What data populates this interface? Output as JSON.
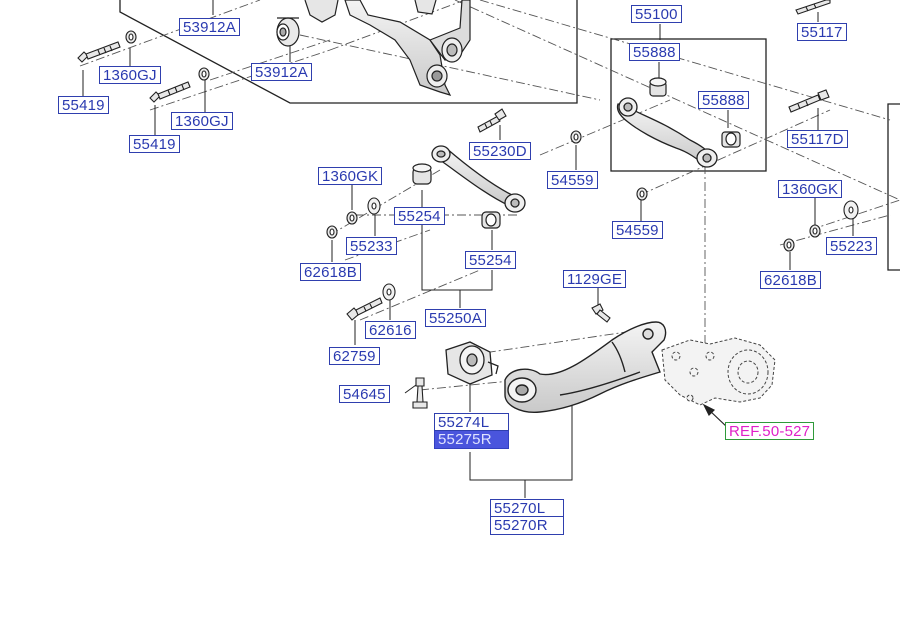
{
  "diagram": {
    "part_labels": {
      "p53912A_1": "53912A",
      "p53912A_2": "53912A",
      "p55419_1": "55419",
      "p55419_2": "55419",
      "p1360GJ_1": "1360GJ",
      "p1360GJ_2": "1360GJ",
      "p55100": "55100",
      "p55888_1": "55888",
      "p55888_2": "55888",
      "p55117": "55117",
      "p55117D": "55117D",
      "p55230D": "55230D",
      "p54559_1": "54559",
      "p54559_2": "54559",
      "p1360GK_1": "1360GK",
      "p1360GK_2": "1360GK",
      "p55254_1": "55254",
      "p55254_2": "55254",
      "p55233": "55233",
      "p55223": "55223",
      "p62618B_1": "62618B",
      "p62618B_2": "62618B",
      "p1129GE": "1129GE",
      "p62616": "62616",
      "p55250A": "55250A",
      "p62759": "62759",
      "p54645": "54645",
      "p55274L": "55274L",
      "p55275R": "55275R",
      "p55270L": "55270L",
      "p55270R": "55270R",
      "ref_50_527": "REF.50-527"
    },
    "colors": {
      "label_text": "#2a3ab0",
      "label_border": "#2f3fae",
      "selected_fill": "#4a55dd",
      "ref_text": "#e020c8",
      "ref_border": "#2f9a3a",
      "line": "#222222"
    }
  }
}
